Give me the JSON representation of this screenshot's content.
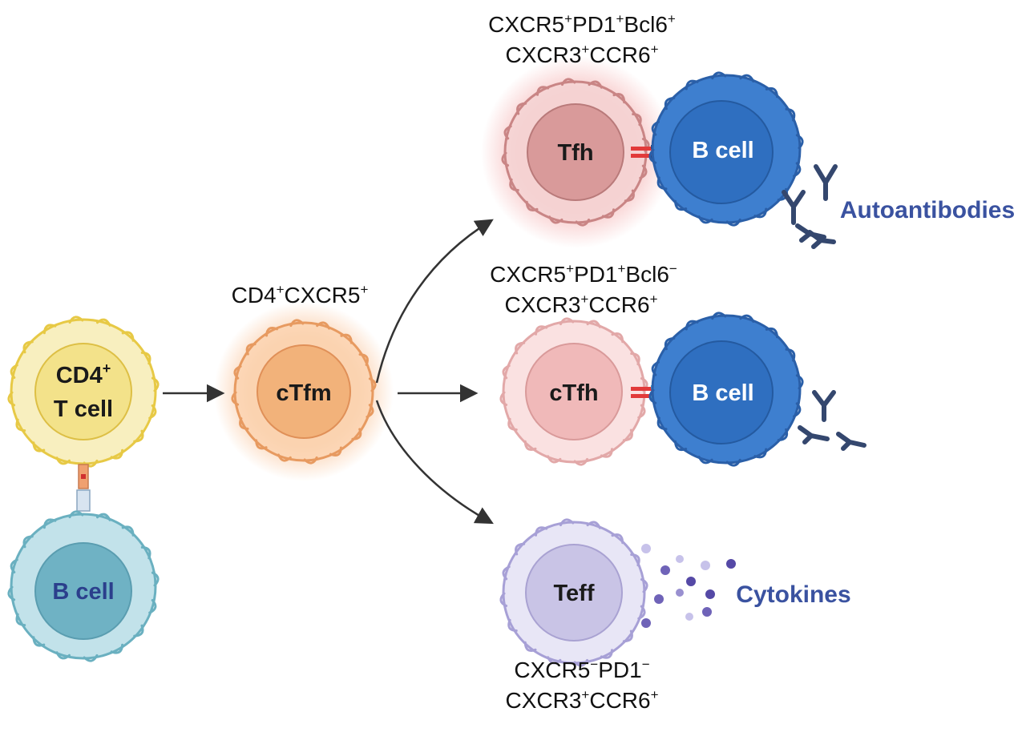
{
  "colors": {
    "cd4_cell": "#f3e28a",
    "b_cell_small": "#8fcad8",
    "ctfm_cell": "#f2b27a",
    "tfh_cell": "#d99a9a",
    "ctfh_cell": "#f0b9b9",
    "teff_cell": "#c9c4e6",
    "b_cell_large": "#2f6fc0",
    "label_blue": "#3a52a0",
    "antibody": "#34476e",
    "arrow": "#333333"
  },
  "cells": {
    "cd4": {
      "line1": "CD4",
      "sup": "+",
      "line2": "T cell"
    },
    "b_small": {
      "label": "B cell"
    },
    "ctfm": {
      "label": "cTfm"
    },
    "tfh": {
      "label": "Tfh"
    },
    "ctfh": {
      "label": "cTfh"
    },
    "teff": {
      "label": "Teff"
    },
    "b_top": {
      "label": "B cell"
    },
    "b_mid": {
      "label": "B cell"
    }
  },
  "markers": {
    "ctfm": [
      {
        "t": "CD4"
      },
      {
        "t": "+",
        "sup": true
      },
      {
        "t": "CXCR5"
      },
      {
        "t": "+",
        "sup": true
      }
    ],
    "tfh_1": [
      {
        "t": "CXCR5"
      },
      {
        "t": "+",
        "sup": true
      },
      {
        "t": "PD1"
      },
      {
        "t": "+",
        "sup": true
      },
      {
        "t": "Bcl6"
      },
      {
        "t": "+",
        "sup": true
      }
    ],
    "tfh_2": [
      {
        "t": "CXCR3"
      },
      {
        "t": "+",
        "sup": true
      },
      {
        "t": "CCR6"
      },
      {
        "t": "+",
        "sup": true
      }
    ],
    "ctfh_1": [
      {
        "t": "CXCR5"
      },
      {
        "t": "+",
        "sup": true
      },
      {
        "t": "PD1"
      },
      {
        "t": "+",
        "sup": true
      },
      {
        "t": "Bcl6"
      },
      {
        "t": "−",
        "sup": true
      }
    ],
    "ctfh_2": [
      {
        "t": "CXCR3"
      },
      {
        "t": "+",
        "sup": true
      },
      {
        "t": "CCR6"
      },
      {
        "t": "+",
        "sup": true
      }
    ],
    "teff_1": [
      {
        "t": "CXCR5"
      },
      {
        "t": "−",
        "sup": true
      },
      {
        "t": "PD1"
      },
      {
        "t": "−",
        "sup": true
      }
    ],
    "teff_2": [
      {
        "t": "CXCR3"
      },
      {
        "t": "+",
        "sup": true
      },
      {
        "t": "CCR6"
      },
      {
        "t": "+",
        "sup": true
      }
    ]
  },
  "outputs": {
    "autoantibodies": "Autoantibodies",
    "cytokines": "Cytokines"
  }
}
